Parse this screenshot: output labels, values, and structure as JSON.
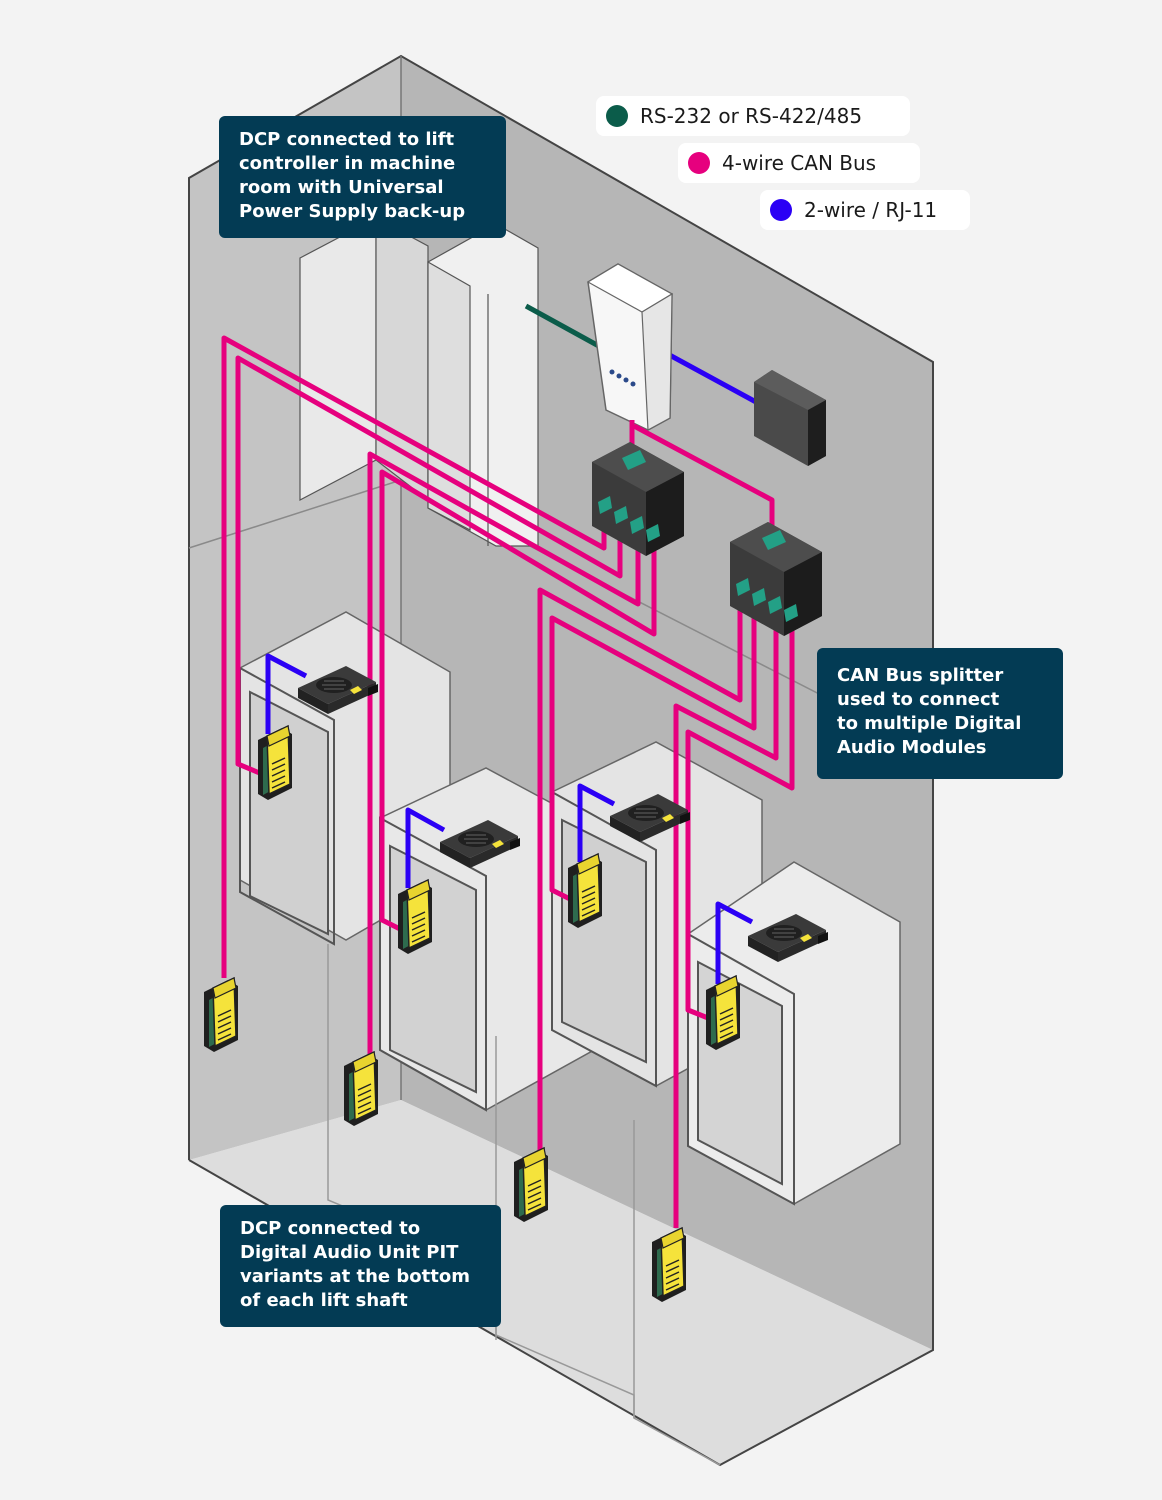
{
  "legend": [
    {
      "label": "RS-232 or RS-422/485",
      "color": "#0b5c4a"
    },
    {
      "label": "4-wire CAN Bus",
      "color": "#e6007e"
    },
    {
      "label": "2-wire / RJ-11",
      "color": "#2b00f5"
    }
  ],
  "callouts": {
    "machine_room": [
      "DCP connected to lift",
      "controller in machine",
      "room with Universal",
      "Power Supply back-up"
    ],
    "splitter": [
      "CAN Bus splitter",
      "used to connect",
      "to multiple Digital",
      "Audio Modules"
    ],
    "pit": [
      "DCP connected to",
      "Digital Audio Unit PIT",
      "variants at the bottom",
      "of each lift shaft"
    ]
  },
  "colors": {
    "can_bus": "#e6007e",
    "serial": "#0b5c4a",
    "two_wire": "#2b00f5",
    "callout_bg": "#033b54",
    "unit_yellow": "#f5e33b",
    "shaft_grey": "#c4c4c4"
  }
}
